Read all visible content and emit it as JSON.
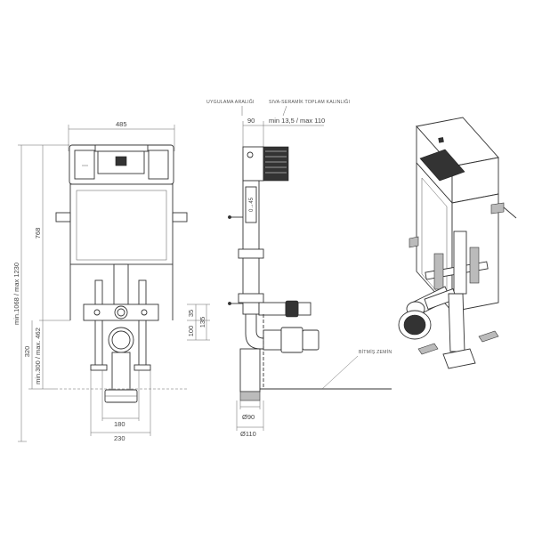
{
  "header": {
    "left_caption": "UYGULAMA ARALIĞI",
    "right_caption": "SIVA-SERAMİK TOPLAM KALINLIĞI"
  },
  "front_view": {
    "width_top": "485",
    "height_total": "min.1068 / max 1230",
    "height_frame": "768",
    "lower_offset": "min.300 / max. 462",
    "drain_height": "320",
    "inlet_100": "100",
    "inlet_35": "35",
    "inlet_135": "135",
    "foot_inner": "180",
    "foot_outer": "230"
  },
  "side_view": {
    "depth": "90",
    "wall_range": "min 13,5 / max 110",
    "label_rotated": "0→45",
    "dia_90": "Ø90",
    "dia_110": "Ø110",
    "floor_label": "BİTMİŞ ZEMİN"
  },
  "colors": {
    "line": "#333333",
    "dim": "#666666",
    "panel": "#bbbbbb"
  }
}
